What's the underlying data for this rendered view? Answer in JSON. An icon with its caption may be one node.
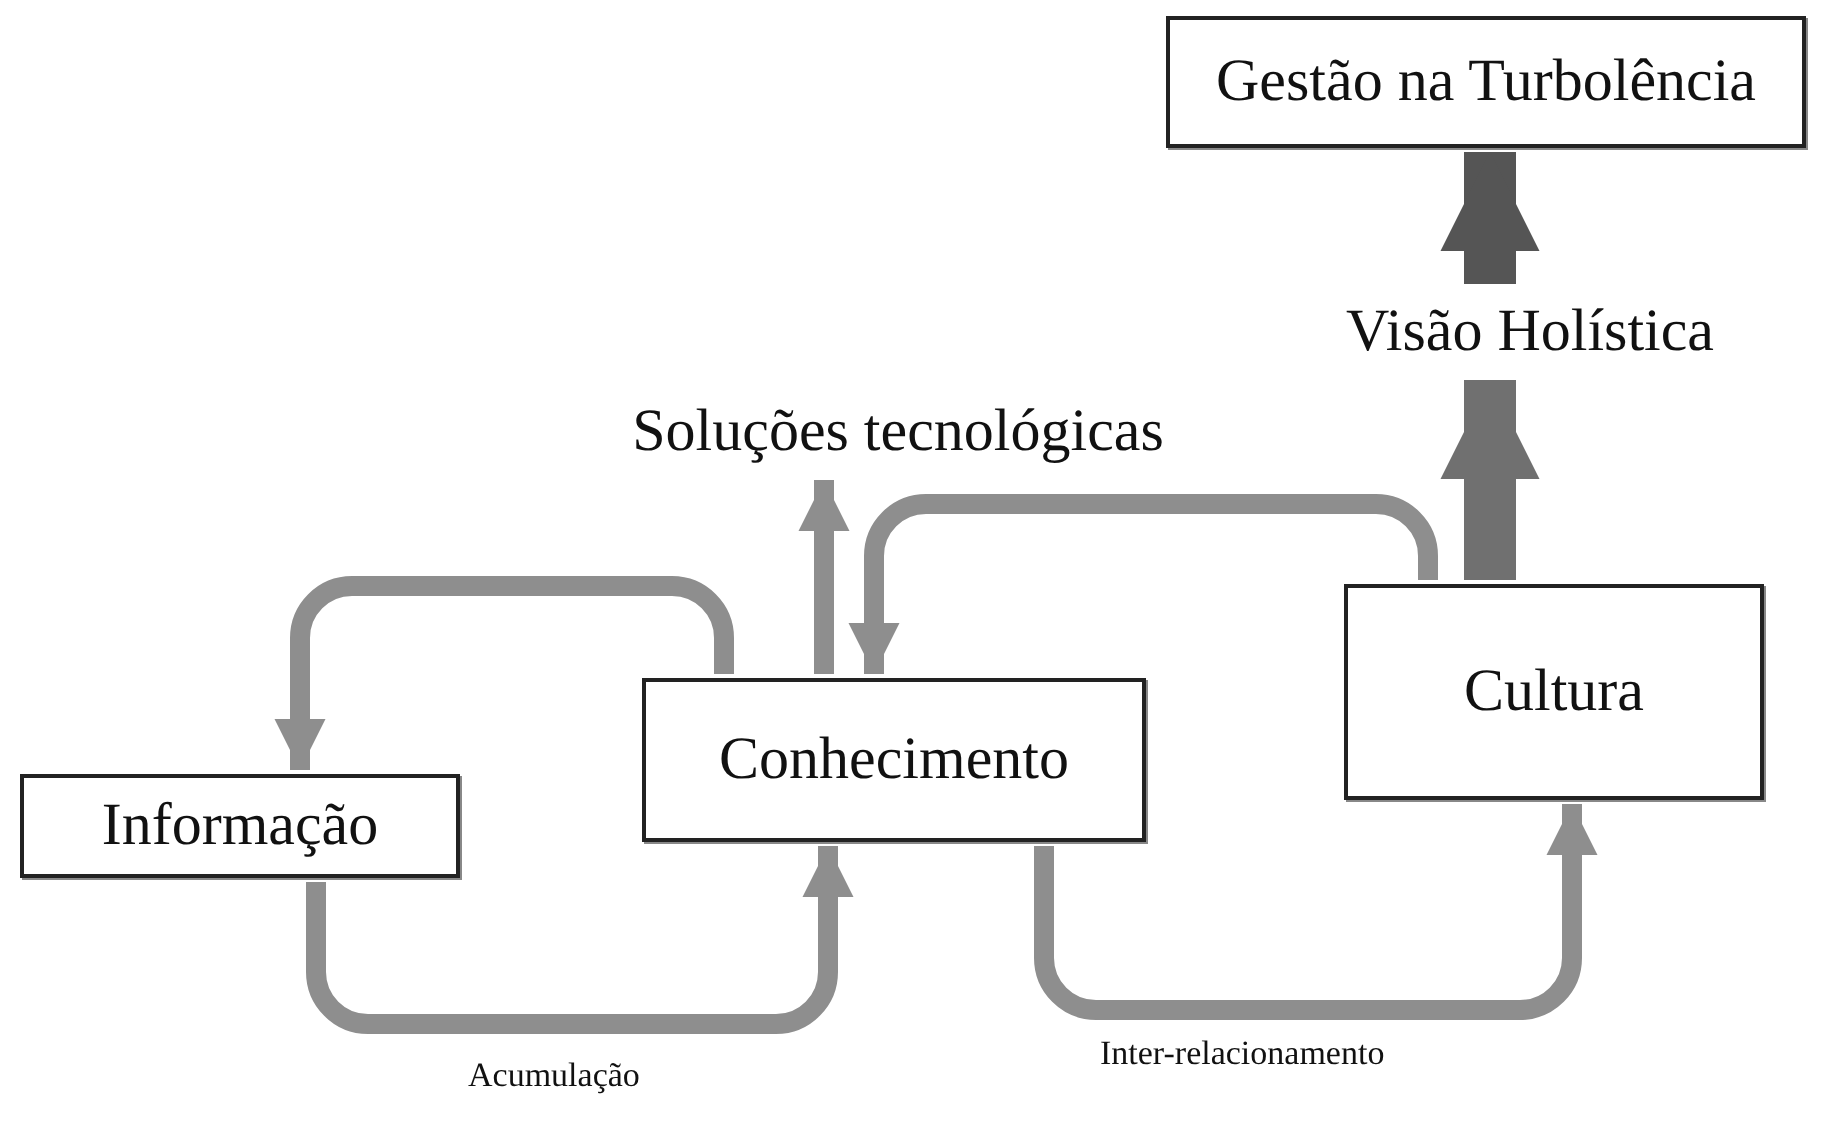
{
  "diagram": {
    "nodes": [
      {
        "text": [
          "Gestão na Turbolência"
        ]
      },
      {
        "text": [
          "Visão Holística"
        ]
      },
      {
        "text": [
          "Soluções tecnológicas"
        ]
      },
      {
        "text": [
          "Informação"
        ]
      },
      {
        "text": [
          "Conhecimento"
        ]
      },
      {
        "text": [
          "Cultura"
        ]
      }
    ],
    "edges": [
      {
        "from": 1,
        "to": 0,
        "arrow": "to",
        "style": "thick",
        "color": "#555555"
      },
      {
        "from": 5,
        "to": 1,
        "arrow": "to",
        "style": "thick",
        "color": "#707070"
      },
      {
        "from": 4,
        "to": 2,
        "arrow": "to"
      },
      {
        "from": 4,
        "to": 3,
        "arrow": "to"
      },
      {
        "from": 5,
        "to": 4,
        "arrow": "to"
      },
      {
        "from": 3,
        "to": 4,
        "label": "Acumulação",
        "arrow": "to"
      },
      {
        "from": 4,
        "to": 5,
        "label": "Inter-relacionamento",
        "arrow": "to"
      }
    ]
  }
}
